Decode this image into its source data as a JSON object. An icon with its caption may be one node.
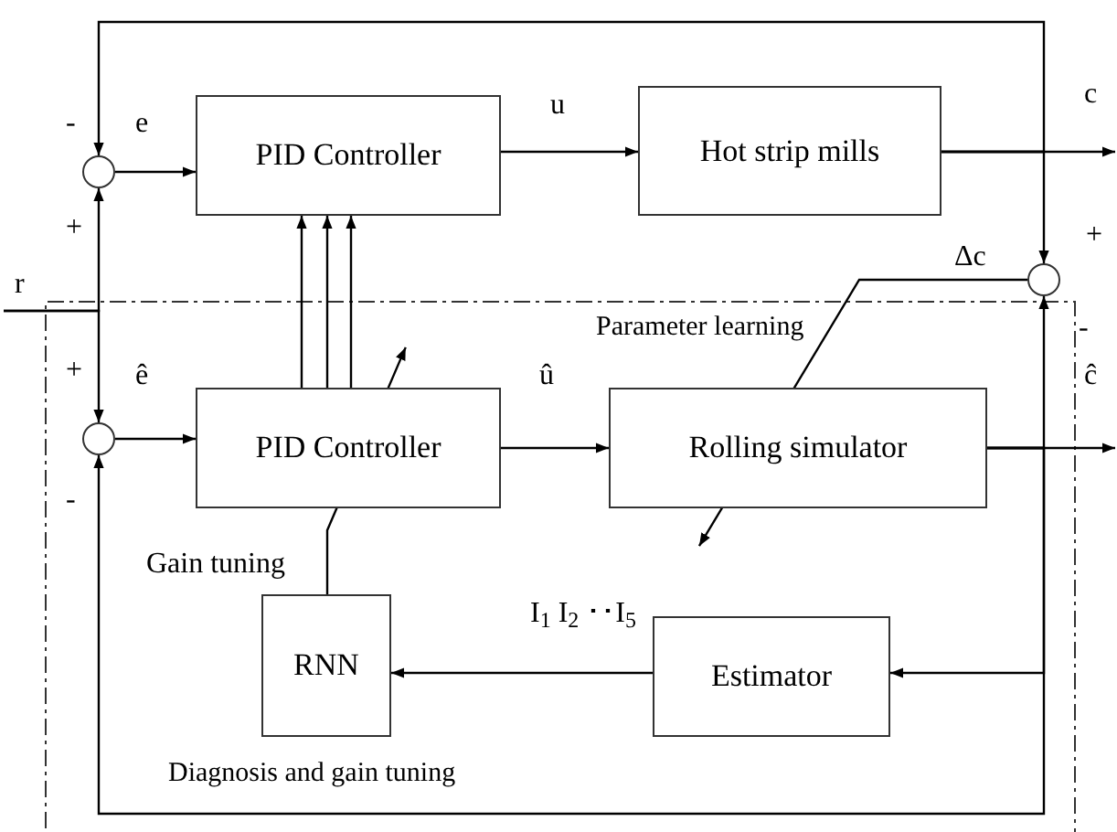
{
  "diagram": {
    "nodes": [
      {
        "text": [],
        "shape": "circle"
      },
      {
        "text": [
          "PID Controller"
        ]
      },
      {
        "text": [
          "Hot strip mills"
        ]
      },
      {
        "text": [],
        "shape": "circle"
      },
      {
        "text": [],
        "shape": "circle"
      },
      {
        "text": [
          "PID Controller"
        ]
      },
      {
        "text": [
          "Rolling simulator"
        ]
      },
      {
        "text": [
          "RNN"
        ]
      },
      {
        "text": [
          "Estimator"
        ]
      }
    ],
    "edges": [
      {
        "from": 0,
        "to": 1,
        "arrow": "to",
        "label": "e"
      },
      {
        "from": 1,
        "to": 2,
        "arrow": "to",
        "label": "u"
      },
      {
        "from": 2,
        "to": null,
        "arrow": "to",
        "label": "c"
      },
      {
        "from": 2,
        "to": 0,
        "arrow": "to"
      },
      {
        "from": 2,
        "to": 3,
        "arrow": "to"
      },
      {
        "from": null,
        "to": 0,
        "arrow": "to",
        "label": "r"
      },
      {
        "from": null,
        "to": 4,
        "arrow": "to"
      },
      {
        "from": 4,
        "to": 5,
        "arrow": "to",
        "label": "ê"
      },
      {
        "from": 5,
        "to": 6,
        "arrow": "to",
        "label": "û"
      },
      {
        "from": 6,
        "to": null,
        "arrow": "to",
        "label": "ĉ"
      },
      {
        "from": 6,
        "to": 3,
        "arrow": "to"
      },
      {
        "from": 6,
        "to": 4,
        "arrow": "to"
      },
      {
        "from": 6,
        "to": 8,
        "arrow": "to"
      },
      {
        "from": 5,
        "to": 1,
        "arrow": "to"
      },
      {
        "from": 5,
        "to": 1,
        "arrow": "to"
      },
      {
        "from": 5,
        "to": 1,
        "arrow": "to"
      },
      {
        "from": 7,
        "to": 5,
        "arrow": "to",
        "label": "Gain tuning"
      },
      {
        "from": 3,
        "to": 6,
        "arrow": "to",
        "label": "Δc"
      },
      {
        "from": 8,
        "to": 7,
        "arrow": "to",
        "label": "I$_{1}$ I$_{2}$ ･･I$_{5}$"
      }
    ],
    "labels": [
      "-",
      "+",
      "+",
      "+",
      "-",
      "Parameter learning",
      "-",
      "Diagnosis and gain tuning"
    ]
  }
}
